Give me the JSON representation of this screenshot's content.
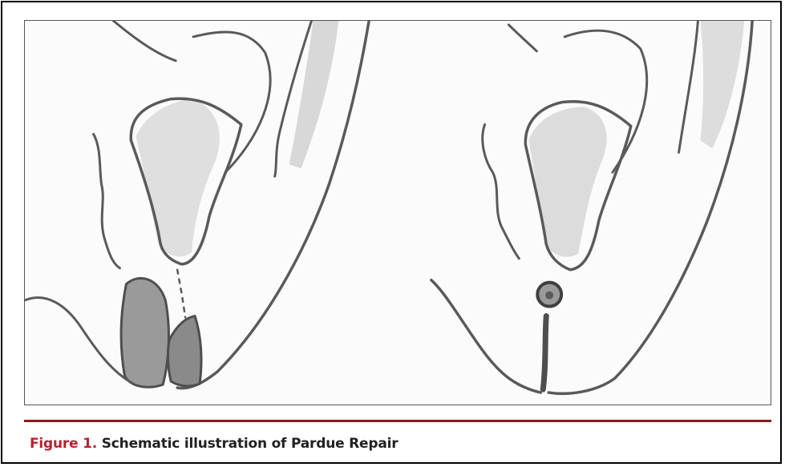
{
  "figure": {
    "label": "Figure 1.",
    "title": "Schematic illustration of Pardue Repair",
    "accent_color": "#b8222e",
    "rule_color": "#8b1a1a"
  },
  "illustration": {
    "panels": [
      "before-repair-ear-sketch",
      "after-repair-ear-sketch"
    ],
    "pencil_color": "#5a5a5a",
    "shading_color": "#b9b9b9"
  }
}
